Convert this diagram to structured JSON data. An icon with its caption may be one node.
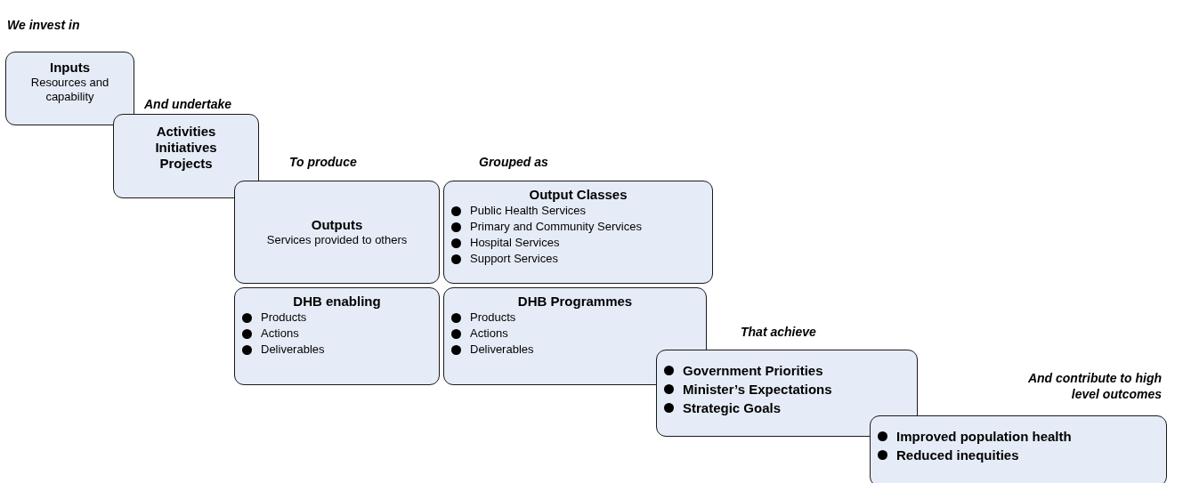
{
  "diagram": {
    "nodes": [
      {
        "text": [
          "Inputs",
          "Resources and capability"
        ],
        "beside": [
          "We invest in"
        ]
      },
      {
        "text": [
          "Activities",
          "Initiatives",
          "Projects"
        ],
        "beside": [
          "And undertake"
        ]
      },
      {
        "text": [
          "Outputs",
          "Services provided to others"
        ],
        "beside": [
          "To produce"
        ]
      },
      {
        "text": [
          "Output Classes",
          "Public Health Services",
          "Primary and Community Services",
          "Hospital Services",
          "Support Services"
        ],
        "beside": [
          "Grouped as"
        ]
      },
      {
        "text": [
          "DHB enabling",
          "Products",
          "Actions",
          "Deliverables"
        ]
      },
      {
        "text": [
          "DHB Programmes",
          "Products",
          "Actions",
          "Deliverables"
        ]
      },
      {
        "text": [
          "Government Priorities",
          "Minister’s Expectations",
          "Strategic Goals"
        ],
        "beside": [
          "That achieve"
        ]
      },
      {
        "text": [
          "Improved population health",
          "Reduced inequities"
        ],
        "beside": [
          "And contribute to high level outcomes"
        ]
      }
    ]
  }
}
